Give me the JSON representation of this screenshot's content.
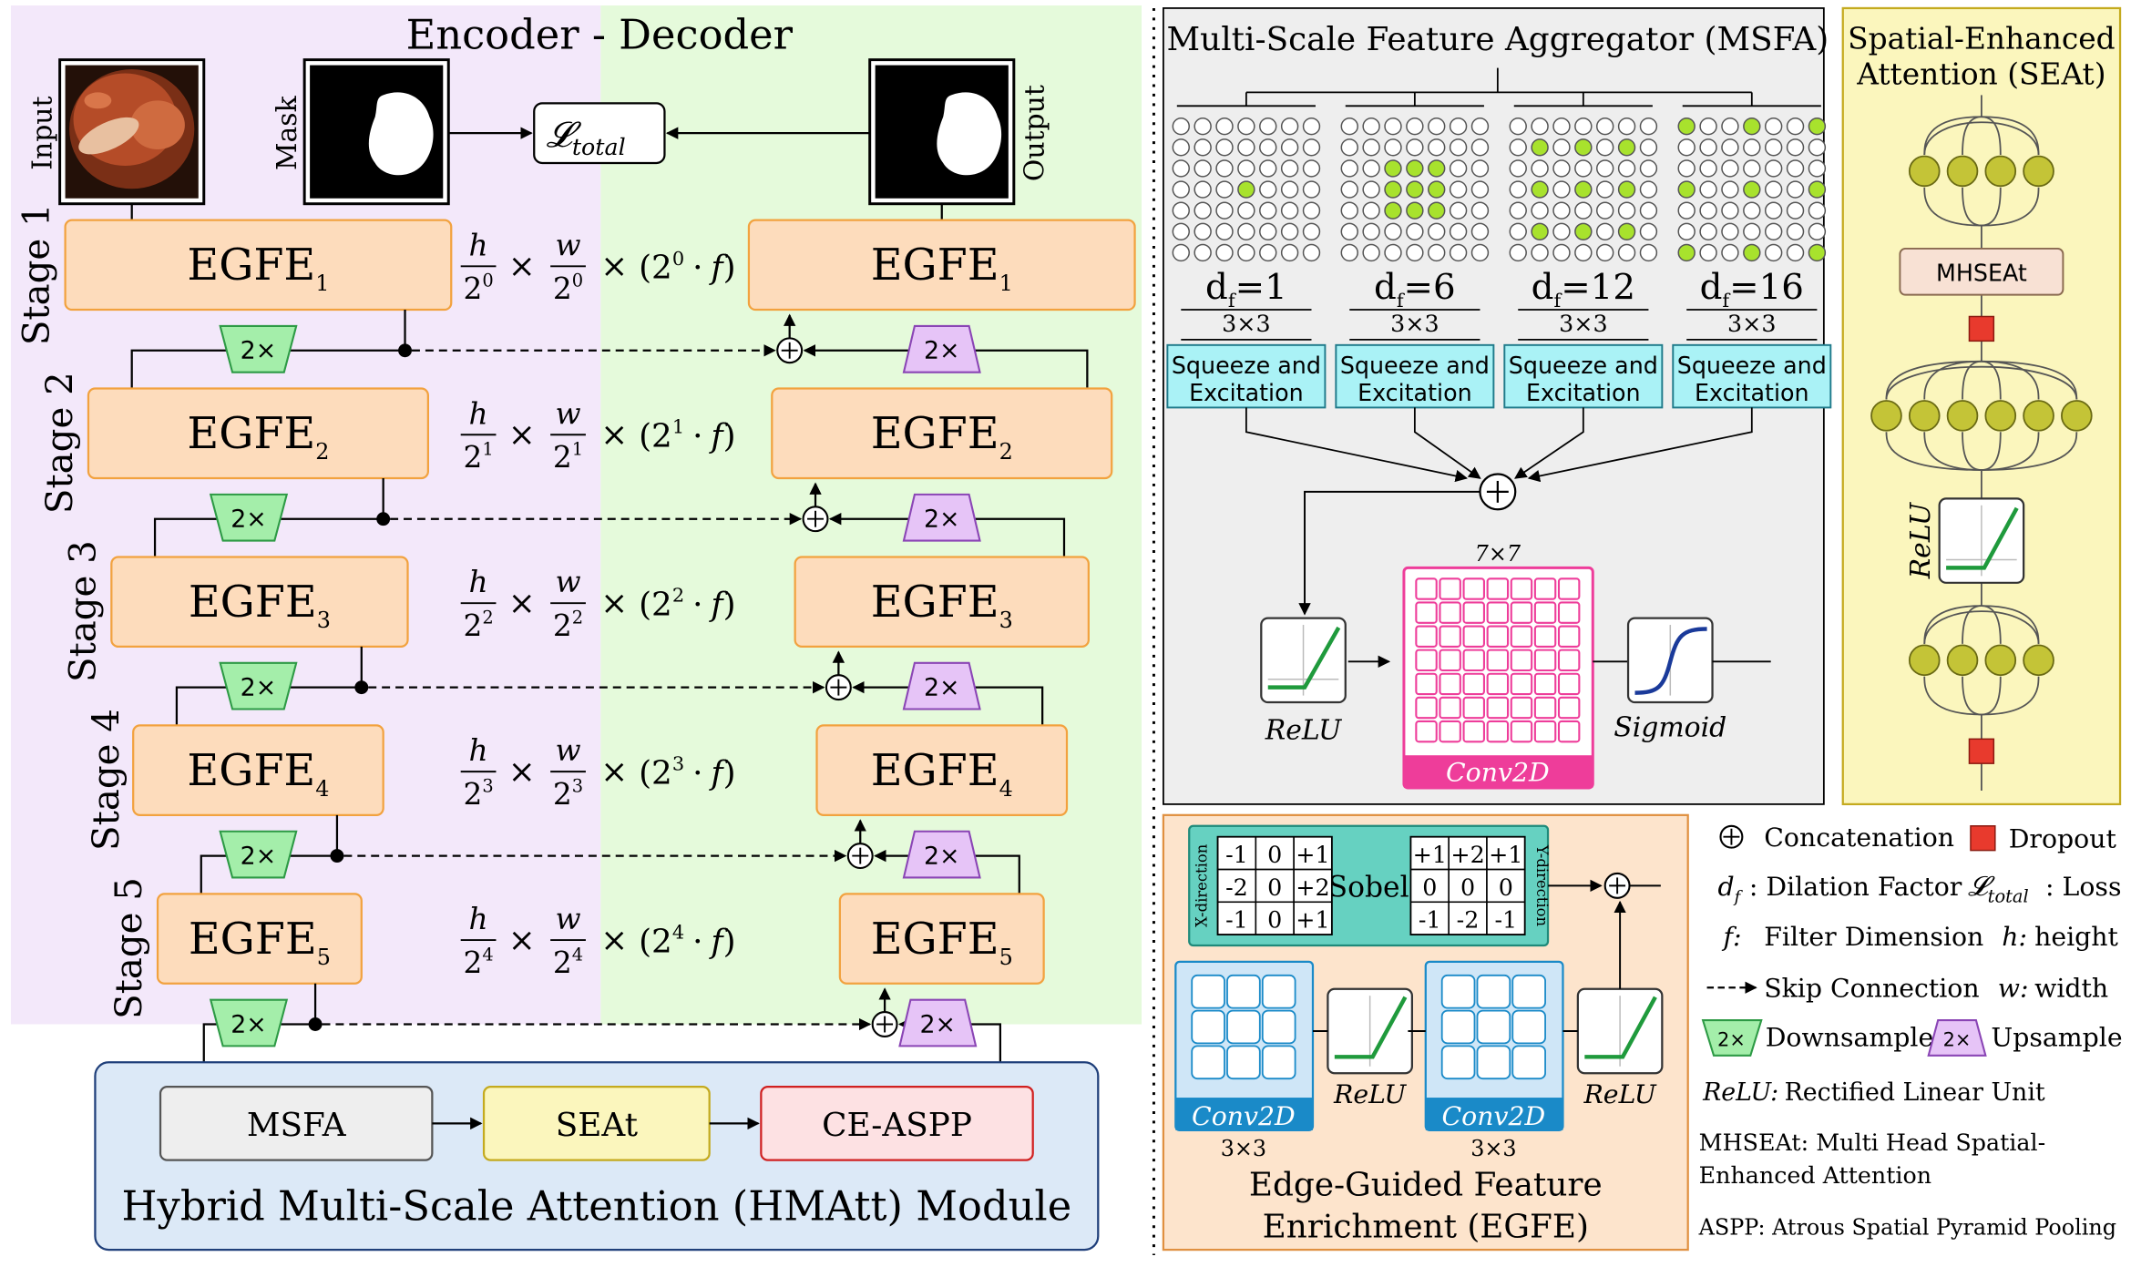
{
  "encoder_decoder": {
    "title": "Encoder - Decoder",
    "input_label": "Input",
    "mask_label": "Mask",
    "output_label": "Output",
    "loss_symbol": "𝓛",
    "loss_sub": "total",
    "egfe_main": "EGFE",
    "stages": [
      {
        "label": "Stage 1",
        "sub": "1",
        "exp": "0"
      },
      {
        "label": "Stage 2",
        "sub": "2",
        "exp": "1"
      },
      {
        "label": "Stage 3",
        "sub": "3",
        "exp": "2"
      },
      {
        "label": "Stage 4",
        "sub": "4",
        "exp": "3"
      },
      {
        "label": "Stage 5",
        "sub": "5",
        "exp": "4"
      }
    ],
    "dim": {
      "h": "h",
      "w": "w",
      "base": "2",
      "times": "×",
      "f": "f",
      "dot": "·",
      "open": "(",
      "close": ")"
    },
    "scale_label": "2×"
  },
  "hmatt": {
    "title": "Hybrid Multi-Scale Attention (HMAtt) Module",
    "msfa": "MSFA",
    "seat": "SEAt",
    "ceaspp": "CE-ASPP"
  },
  "msfa": {
    "title": "Multi-Scale Feature Aggregator (MSFA)",
    "branches": [
      {
        "d": "d",
        "sub": "f",
        "eq": "=1",
        "kernel": "3×3",
        "se1": "Squeeze and",
        "se2": "Excitation"
      },
      {
        "d": "d",
        "sub": "f",
        "eq": "=6",
        "kernel": "3×3",
        "se1": "Squeeze and",
        "se2": "Excitation"
      },
      {
        "d": "d",
        "sub": "f",
        "eq": "=12",
        "kernel": "3×3",
        "se1": "Squeeze and",
        "se2": "Excitation"
      },
      {
        "d": "d",
        "sub": "f",
        "eq": "=16",
        "kernel": "3×3",
        "se1": "Squeeze and",
        "se2": "Excitation"
      }
    ],
    "relu": "ReLU",
    "conv_kernel": "7×7",
    "conv_label": "Conv2D",
    "sigmoid": "Sigmoid"
  },
  "seat": {
    "title1": "Spatial-Enhanced",
    "title2": "Attention (SEAt)",
    "mhseat": "MHSEAt",
    "relu": "ReLU"
  },
  "egfe": {
    "x_dir": "X-direction",
    "y_dir": "Y-direction",
    "sobel": "Sobel",
    "sobel_x": [
      "-1",
      "0",
      "+1",
      "-2",
      "0",
      "+2",
      "-1",
      "0",
      "+1"
    ],
    "sobel_y": [
      "+1",
      "+2",
      "+1",
      "0",
      "0",
      "0",
      "-1",
      "-2",
      "-1"
    ],
    "conv": "Conv2D",
    "kernel": "3×3",
    "relu": "ReLU",
    "title1": "Edge-Guided Feature",
    "title2": "Enrichment (EGFE)"
  },
  "legend": {
    "concat": "Concatenation",
    "dropout": "Dropout",
    "df_sym": "d",
    "df_sub": "f",
    "df_text": ": Dilation Factor",
    "loss_sym": "𝓛",
    "loss_sub": "total",
    "loss_text": ": Loss",
    "f_sym": "f:",
    "f_text": "Filter Dimension",
    "h_sym": "h:",
    "h_text": "height",
    "skip": "Skip Connection",
    "w_sym": "w:",
    "w_text": "width",
    "down_text": "Downsample",
    "up_text": "Upsample",
    "scale": "2×",
    "relu_sym": "ReLU:",
    "relu_text": "Rectified Linear Unit",
    "mhseat1": "MHSEAt: Multi Head Spatial-",
    "mhseat2": "Enhanced Attention",
    "aspp": "ASPP: Atrous Spatial Pyramid Pooling"
  },
  "colors": {
    "encoder_bg": "#f3e8fa",
    "decoder_bg": "#e5fadb",
    "egfe_fill": "#fddcbc",
    "egfe_stroke": "#f2a23f",
    "down_fill": "#a4eeaa",
    "up_fill": "#e6c4f7",
    "hmatt_fill": "#dce9f7",
    "msfa_panel": "#eeeeee",
    "seat_panel": "#fbf6bd",
    "egfe_panel": "#fde4cc",
    "se_fill": "#aaf2f6",
    "conv_magenta": "#ee3d9a",
    "green_dot": "#a8e22d",
    "olive_dot": "#c4c437",
    "dropout_red": "#e83a2d"
  }
}
